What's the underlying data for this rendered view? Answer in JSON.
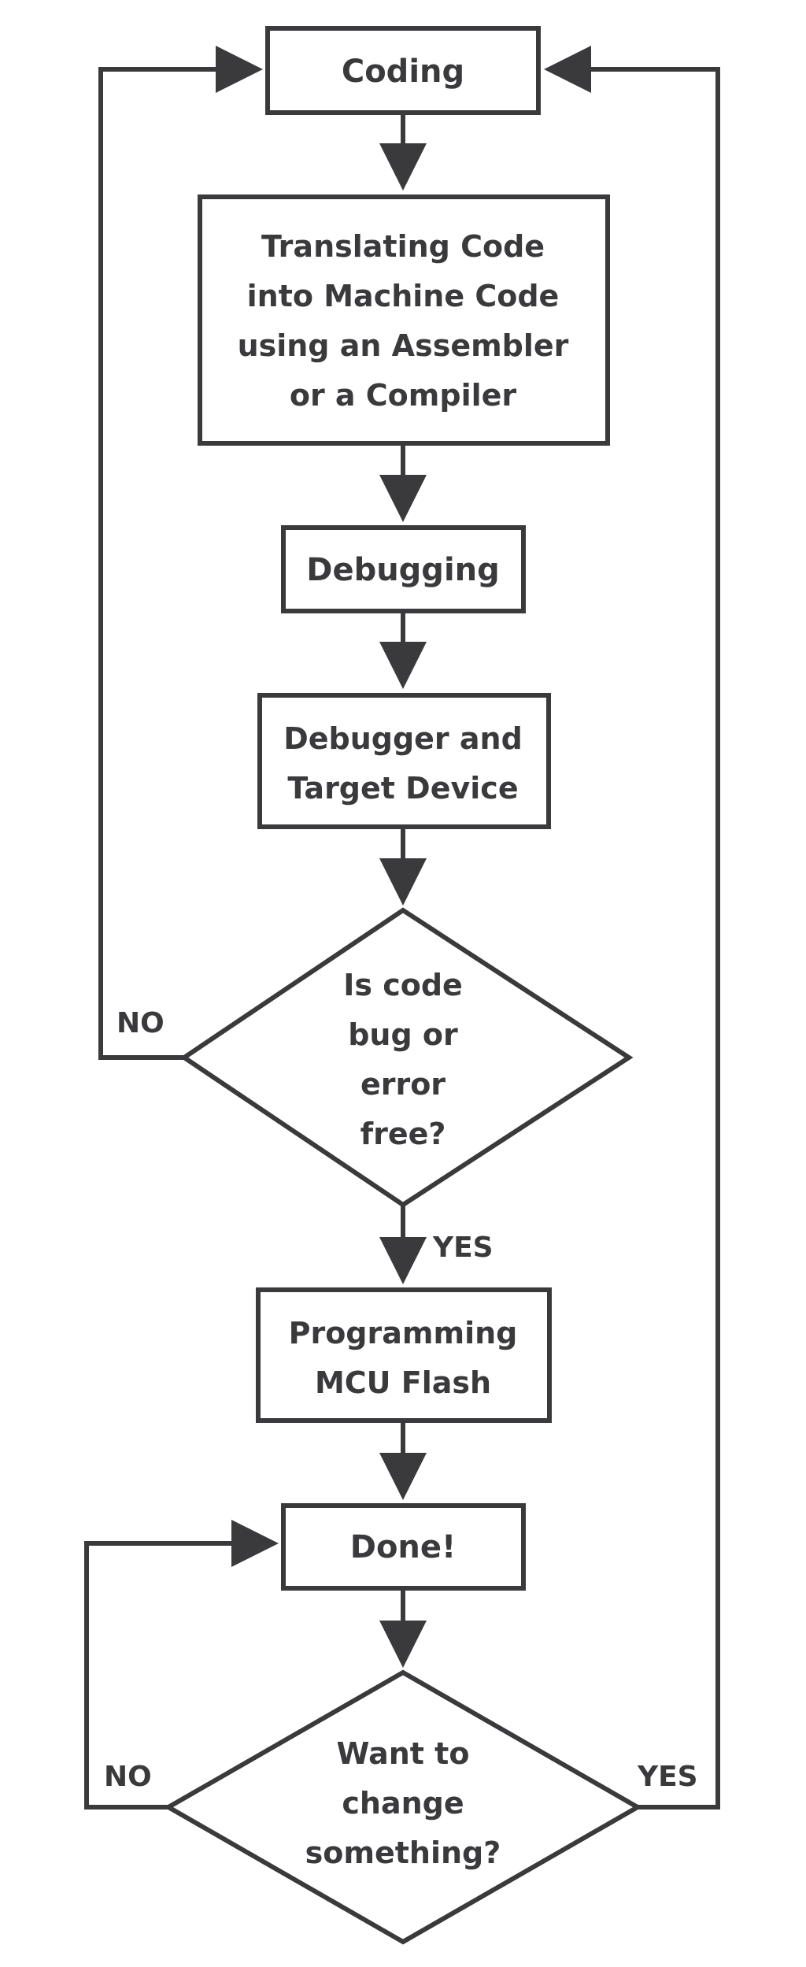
{
  "flowchart": {
    "nodes": {
      "coding": "Coding",
      "translate": [
        "Translating Code",
        "into Machine Code",
        "using an Assembler",
        "or a Compiler"
      ],
      "debugging": "Debugging",
      "debugger_target": [
        "Debugger and",
        "Target Device"
      ],
      "decision_bug_free": [
        "Is code",
        "bug or",
        "error",
        "free?"
      ],
      "programming": [
        "Programming",
        "MCU Flash"
      ],
      "done": "Done!",
      "decision_change": [
        "Want to",
        "change",
        "something?"
      ]
    },
    "edge_labels": {
      "bug_free_no": "NO",
      "bug_free_yes": "YES",
      "change_no": "NO",
      "change_yes": "YES"
    }
  }
}
